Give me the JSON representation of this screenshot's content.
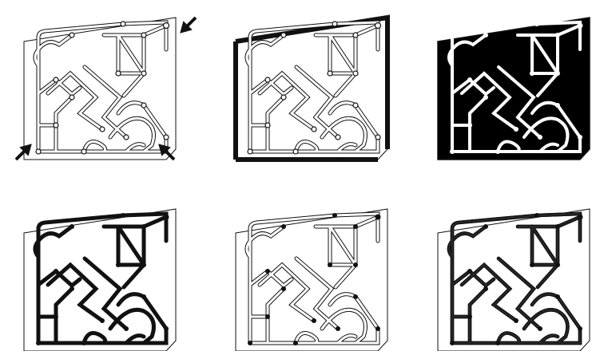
{
  "figure": {
    "panels": [
      {
        "id": "p1",
        "variant": "outline-with-arrows"
      },
      {
        "id": "p2",
        "variant": "outline-thick-edges"
      },
      {
        "id": "p3",
        "variant": "black-fill"
      },
      {
        "id": "p4",
        "variant": "thick-network"
      },
      {
        "id": "p5",
        "variant": "nodes-dotted"
      },
      {
        "id": "p6",
        "variant": "mixed-thick-thin"
      }
    ],
    "arrows": [
      {
        "name": "arrow-top-right",
        "direction": "down-left"
      },
      {
        "name": "arrow-bottom-left",
        "direction": "up-right"
      },
      {
        "name": "arrow-bottom-right",
        "direction": "up-left"
      }
    ],
    "colors": {
      "ink": "#111111",
      "paper": "#ffffff",
      "fill": "#000000"
    }
  }
}
